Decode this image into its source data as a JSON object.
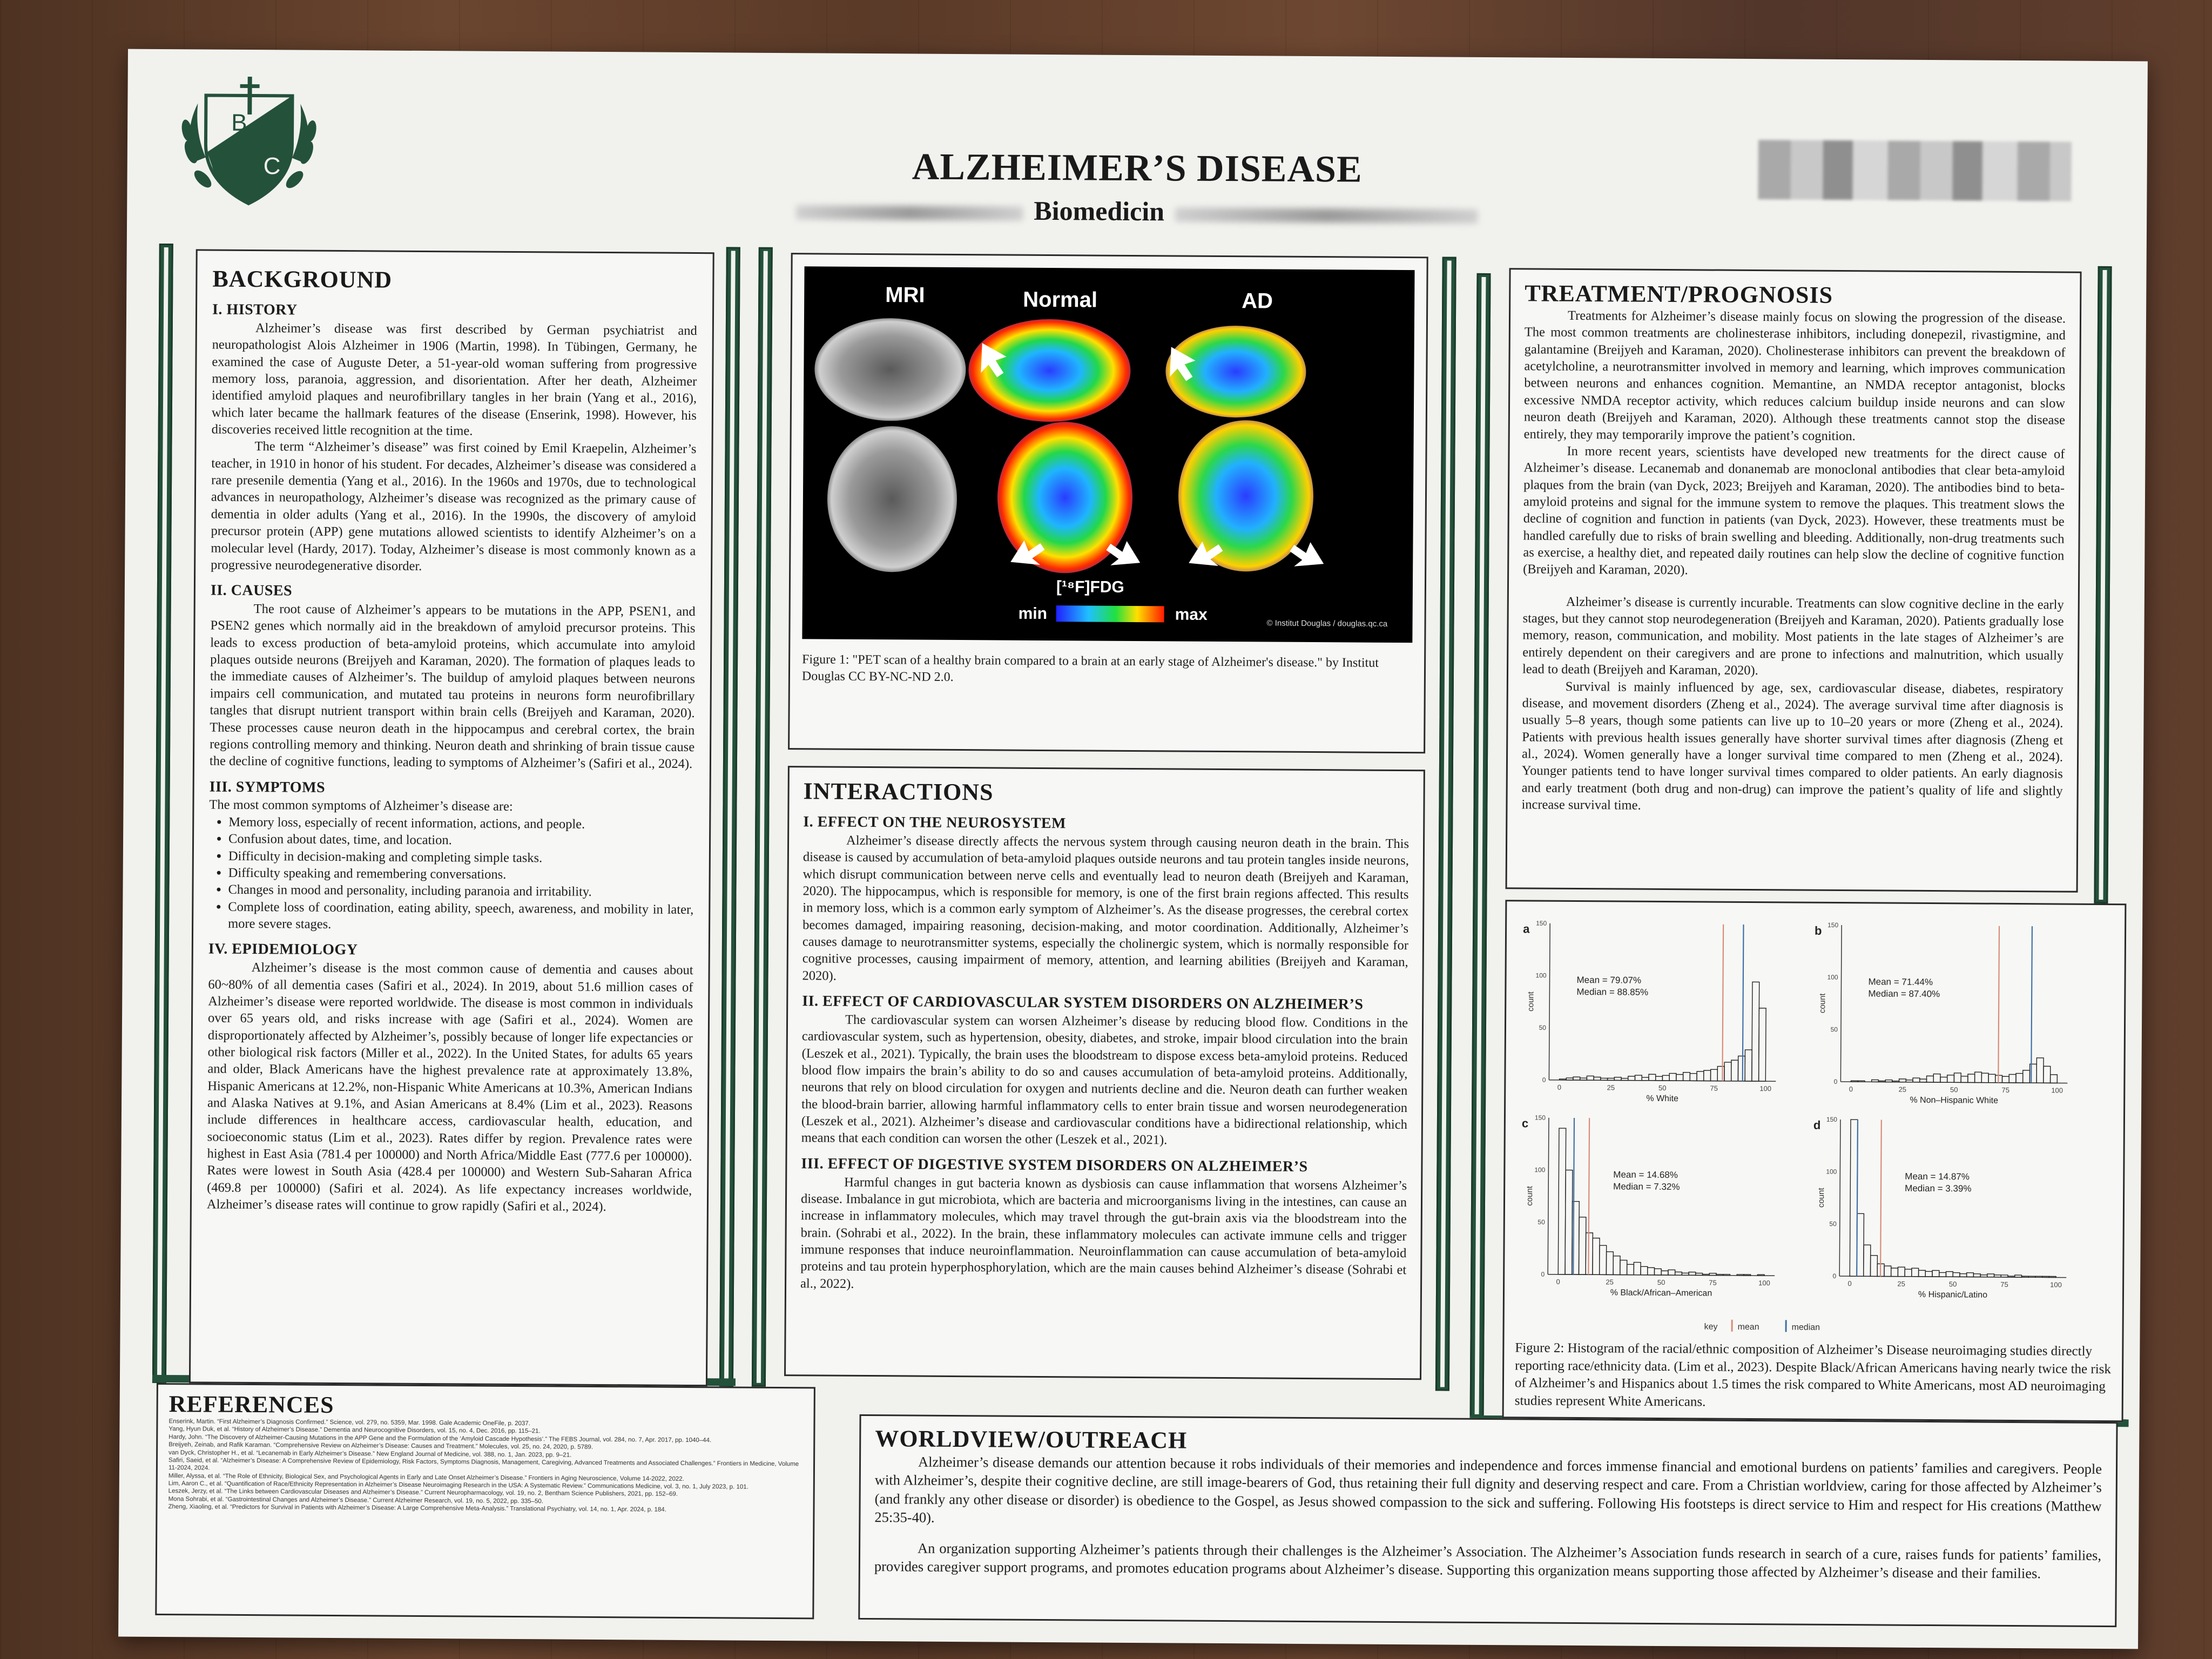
{
  "title": "ALZHEIMER’S DISEASE",
  "subtitle": "Biomedicin",
  "logo": {
    "letters": [
      "B",
      "C"
    ],
    "icon": "crest-cross-laurel"
  },
  "background": {
    "heading": "BACKGROUND",
    "history_heading": "I.   HISTORY",
    "history_p1": "Alzheimer’s disease was first described by German psychiatrist and neuropathologist Alois Alzheimer in 1906 (Martin, 1998). In Tübingen, Germany, he examined the case of Auguste Deter, a 51-year-old woman suffering from progressive memory loss, paranoia, aggression, and disorientation. After her death, Alzheimer identified amyloid plaques and neurofibrillary tangles in her brain (Yang et al., 2016), which later became the hallmark features of the disease (Enserink, 1998). However, his discoveries received little recognition at the time.",
    "history_p2": "The term “Alzheimer’s disease” was first coined by Emil Kraepelin, Alzheimer’s teacher, in 1910 in honor of his student. For decades, Alzheimer’s disease was considered a rare presenile dementia (Yang et al., 2016). In the 1960s and 1970s, due to technological advances in neuropathology, Alzheimer’s disease was recognized as the primary cause of dementia in older adults (Yang et al., 2016). In the 1990s, the discovery of amyloid precursor protein (APP) gene mutations allowed scientists to identify Alzheimer’s on a molecular level (Hardy, 2017). Today, Alzheimer’s disease is most commonly known as a progressive neurodegenerative disorder.",
    "causes_heading": "II.  CAUSES",
    "causes_p1": "The root cause of Alzheimer’s appears to be mutations in the APP, PSEN1, and PSEN2 genes which normally aid in the breakdown of amyloid precursor proteins. This leads to excess production of beta-amyloid proteins, which accumulate into amyloid plaques outside neurons (Breijyeh and Karaman, 2020). The formation of plaques leads to the immediate causes of Alzheimer’s. The buildup of amyloid plaques between neurons impairs cell communication, and mutated tau proteins in neurons form neurofibrillary tangles that disrupt nutrient transport within brain cells (Breijyeh and Karaman, 2020). These processes cause neuron death in the hippocampus and cerebral cortex, the brain regions controlling memory and thinking. Neuron death and shrinking of brain tissue cause the decline of cognitive functions, leading to symptoms of Alzheimer’s (Safiri et al., 2024).",
    "symptoms_heading": "III. SYMPTOMS",
    "symptoms_intro": "The most common symptoms of Alzheimer’s disease are:",
    "symptoms": [
      "Memory loss, especially of recent information, actions, and people.",
      "Confusion about dates, time, and location.",
      "Difficulty in decision-making and completing simple tasks.",
      "Difficulty speaking and remembering conversations.",
      "Changes in mood and personality, including paranoia and irritability.",
      "Complete loss of coordination, eating ability, speech, awareness, and mobility in later, more severe stages."
    ],
    "epi_heading": "IV. EPIDEMIOLOGY",
    "epi_p1": "Alzheimer’s disease is the most common cause of dementia and causes about 60~80% of all dementia cases (Safiri et al., 2024). In 2019, about 51.6 million cases of Alzheimer’s disease were reported worldwide. The disease is most common in individuals over 65 years old, and risks increase with age (Safiri et al., 2024). Women are disproportionately affected by Alzheimer’s, possibly because of longer life expectancies or other biological risk factors (Miller et al., 2022). In the United States, for adults 65 years and older, Black Americans have the highest prevalence rate at approximately 13.8%, Hispanic Americans at 12.2%, non-Hispanic White Americans at 10.3%, American Indians and Alaska Natives at 9.1%, and Asian Americans at 8.4% (Lim et al., 2023). Reasons include differences in healthcare access, cardiovascular health, education, and socioeconomic status (Lim et al., 2023). Rates differ by region. Prevalence rates were highest in East Asia (781.4 per 100000) and North Africa/Middle East (777.6 per 100000). Rates were lowest in South Asia (428.4 per 100000) and Western Sub-Saharan Africa (469.8 per 100000) (Safiri et al. 2024). As life expectancy increases worldwide, Alzheimer’s disease rates will continue to grow rapidly (Safiri et al., 2024)."
  },
  "references": {
    "heading": "REFERENCES",
    "items": [
      "Enserink, Martin. “First Alzheimer’s Diagnosis Confirmed.” Science, vol. 279, no. 5359, Mar. 1998. Gale Academic OneFile, p. 2037.",
      "Yang, Hyun Duk, et al. “History of Alzheimer’s Disease.” Dementia and Neurocognitive Disorders, vol. 15, no. 4, Dec. 2016, pp. 115–21.",
      "Hardy, John. “The Discovery of Alzheimer-Causing Mutations in the APP Gene and the Formulation of the ‘Amyloid Cascade Hypothesis’.” The FEBS Journal, vol. 284, no. 7, Apr. 2017, pp. 1040–44.",
      "Breijyeh, Zeinab, and Rafik Karaman. “Comprehensive Review on Alzheimer’s Disease: Causes and Treatment.” Molecules, vol. 25, no. 24, 2020, p. 5789.",
      "van Dyck, Christopher H., et al. “Lecanemab in Early Alzheimer’s Disease.” New England Journal of Medicine, vol. 388, no. 1, Jan. 2023, pp. 9–21.",
      "Safiri, Saeid, et al. “Alzheimer’s Disease: A Comprehensive Review of Epidemiology, Risk Factors, Symptoms Diagnosis, Management, Caregiving, Advanced Treatments and Associated Challenges.” Frontiers in Medicine, Volume 11-2024, 2024.",
      "Miller, Alyssa, et al. “The Role of Ethnicity, Biological Sex, and Psychological Agents in Early and Late Onset Alzheimer’s Disease.” Frontiers in Aging Neuroscience, Volume 14-2022, 2022.",
      "Lim, Aaron C., et al. “Quantification of Race/Ethnicity Representation in Alzheimer’s Disease Neuroimaging Research in the USA: A Systematic Review.” Communications Medicine, vol. 3, no. 1, July 2023, p. 101.",
      "Leszek, Jerzy, et al. “The Links between Cardiovascular Diseases and Alzheimer’s Disease.” Current Neuropharmacology, vol. 19, no. 2, Bentham Science Publishers, 2021, pp. 152–69.",
      "Mona Sohrabi, et al. “Gastrointestinal Changes and Alzheimer’s Disease.” Current Alzheimer Research, vol. 19, no. 5, 2022, pp. 335–50.",
      "Zheng, Xiaoling, et al. “Predictors for Survival in Patients with Alzheimer’s Disease: A Large Comprehensive Meta-Analysis.” Translational Psychiatry, vol. 14, no. 1, Apr. 2024, p. 184."
    ]
  },
  "figure1": {
    "labels": {
      "mri": "MRI",
      "normal": "Normal",
      "ad": "AD",
      "tracer": "[¹⁸F]FDG",
      "min": "min",
      "max": "max",
      "credit": "© Institut Douglas / douglas.qc.ca"
    },
    "caption": "Figure 1: \"PET scan of a healthy brain compared to a brain at an early stage of Alzheimer's disease.\" by Institut Douglas CC BY-NC-ND 2.0."
  },
  "interactions": {
    "heading": "INTERACTIONS",
    "s1_heading": "I.      EFFECT ON THE NEUROSYSTEM",
    "s1_p": "Alzheimer’s disease directly affects the nervous system through causing neuron death in the brain. This disease is caused by accumulation of beta-amyloid plaques outside neurons and tau protein tangles inside neurons, which disrupt communication between nerve cells and eventually lead to neuron death (Breijyeh and Karaman, 2020). The hippocampus, which is responsible for memory, is one of the first brain regions affected. This results in memory loss, which is a common early symptom of Alzheimer’s. As the disease progresses, the cerebral cortex becomes damaged, impairing reasoning, decision-making, and motor coordination. Additionally, Alzheimer’s causes damage to neurotransmitter systems, especially the cholinergic system, which is normally responsible for cognitive processes, causing impairment of memory, attention, and learning abilities (Breijyeh and Karaman, 2020).",
    "s2_heading": "II.     EFFECT OF CARDIOVASCULAR SYSTEM DISORDERS ON ALZHEIMER’S",
    "s2_p": "The cardiovascular system can worsen Alzheimer’s disease by reducing blood flow. Conditions in the cardiovascular system, such as hypertension, obesity, diabetes, and stroke, impair blood circulation into the brain (Leszek et al., 2021). Typically, the brain uses the bloodstream to dispose excess beta-amyloid proteins. Reduced blood flow impairs the brain’s ability to do so and causes accumulation of beta-amyloid proteins. Additionally, neurons that rely on blood circulation for oxygen and nutrients decline and die. Neuron death can further weaken the blood-brain barrier, allowing harmful inflammatory cells to enter brain tissue and worsen neurodegeneration (Leszek et al., 2021). Alzheimer’s disease and cardiovascular conditions have a bidirectional relationship, which means that each condition can worsen the other (Leszek et al., 2021).",
    "s3_heading": "III.    EFFECT OF DIGESTIVE SYSTEM DISORDERS ON ALZHEIMER’S",
    "s3_p": "Harmful changes in gut bacteria known as dysbiosis can cause inflammation that worsens Alzheimer’s disease. Imbalance in gut microbiota, which are bacteria and microorganisms living in the intestines, can cause an increase in inflammatory molecules, which may travel through the gut-brain axis via the bloodstream into the brain. (Sohrabi et al., 2022). In the brain, these inflammatory molecules can activate immune cells and trigger immune responses that induce neuroinflammation. Neuroinflammation can cause accumulation of beta-amyloid proteins and tau protein hyperphosphorylation, which are the main causes behind Alzheimer’s disease (Sohrabi et al., 2022)."
  },
  "treatment": {
    "heading": "TREATMENT/PROGNOSIS",
    "p1": "Treatments for Alzheimer’s disease mainly focus on slowing the progression of the disease. The most common treatments are cholinesterase inhibitors, including donepezil, rivastigmine, and galantamine (Breijyeh and Karaman, 2020). Cholinesterase inhibitors can prevent the breakdown of acetylcholine, a neurotransmitter involved in memory and learning, which improves communication between neurons and enhances cognition. Memantine, an NMDA receptor antagonist, blocks excessive NMDA receptor activity, which reduces calcium buildup inside neurons and can slow neuron death (Breijyeh and Karaman, 2020). Although these treatments cannot stop the disease entirely, they may temporarily improve the patient’s cognition.",
    "p2": "In more recent years, scientists have developed new treatments for the direct cause of Alzheimer’s disease. Lecanemab and donanemab are monoclonal antibodies that clear beta-amyloid plaques from the brain (van Dyck, 2023; Breijyeh and Karaman, 2020). The antibodies bind to beta-amyloid proteins and signal for the immune system to remove the plaques. This treatment slows the decline of cognition and function in patients (van Dyck, 2023). However, these treatments must be handled carefully due to risks of brain swelling and bleeding. Additionally, non-drug treatments such as exercise, a healthy diet, and repeated daily routines can help slow the decline of cognitive function (Breijyeh and Karaman, 2020).",
    "p3": "Alzheimer’s disease is currently incurable. Treatments can slow cognitive decline in the early stages, but they cannot stop neurodegeneration (Breijyeh and Karaman, 2020). Patients gradually lose memory, reason, communication, and mobility. Most patients in the late stages of Alzheimer’s are entirely dependent on their caregivers and are prone to infections and malnutrition, which usually lead to death (Breijyeh and Karaman, 2020).",
    "p4": "Survival is mainly influenced by age, sex, cardiovascular disease, diabetes, respiratory disease, and movement disorders (Zheng et al., 2024). The average survival time after diagnosis is usually 5–8 years, though some patients can live up to 10–20 years or more (Zheng et al., 2024). Patients with previous health issues generally have shorter survival times after diagnosis (Zheng et al., 2024). Women generally have a longer survival time compared to men (Zheng et al., 2024). Younger patients tend to have longer survival times compared to older patients. An early diagnosis and early treatment (both drug and non-drug) can improve the patient’s quality of life and slightly increase survival time."
  },
  "figure2": {
    "caption": "Figure 2: Histogram of the racial/ethnic composition of Alzheimer’s Disease neuroimaging studies directly reporting race/ethnicity data. (Lim et al., 2023). Despite Black/African Americans having nearly twice the risk of Alzheimer’s and Hispanics about 1.5 times the risk compared to White Americans, most AD neuroimaging studies represent White Americans.",
    "key_label": "key",
    "key_mean": "mean",
    "key_median": "median",
    "colors": {
      "mean": "#d98a7a",
      "median": "#3f6fa8"
    },
    "y_label": "count",
    "panels": [
      {
        "letter": "a",
        "xlabel": "% White",
        "mean_label": "Mean = 79.07%",
        "median_label": "Median = 88.85%",
        "mean": 79.07,
        "median": 88.85,
        "ymax": 150,
        "counts": [
          1,
          2,
          3,
          2,
          4,
          3,
          2,
          2,
          3,
          2,
          4,
          5,
          3,
          6,
          4,
          5,
          7,
          6,
          8,
          7,
          9,
          10,
          11,
          14,
          18,
          20,
          24,
          30,
          95,
          70
        ]
      },
      {
        "letter": "b",
        "xlabel": "% Non–Hispanic White",
        "mean_label": "Mean = 71.44%",
        "median_label": "Median = 87.40%",
        "mean": 71.44,
        "median": 87.4,
        "ymax": 150,
        "counts": [
          1,
          1,
          0,
          2,
          1,
          2,
          1,
          3,
          2,
          4,
          3,
          6,
          8,
          5,
          7,
          9,
          6,
          8,
          10,
          9,
          8,
          7,
          6,
          8,
          9,
          12,
          18,
          24,
          16,
          8
        ]
      },
      {
        "letter": "c",
        "xlabel": "% Black/African–American",
        "mean_label": "Mean = 14.68%",
        "median_label": "Median = 7.32%",
        "mean": 14.68,
        "median": 7.32,
        "ymax": 150,
        "counts": [
          140,
          100,
          70,
          55,
          40,
          35,
          28,
          22,
          18,
          14,
          10,
          12,
          8,
          7,
          6,
          4,
          5,
          3,
          2,
          3,
          2,
          1,
          2,
          1,
          1,
          0,
          1,
          1,
          0,
          1
        ]
      },
      {
        "letter": "d",
        "xlabel": "% Hispanic/Latino",
        "mean_label": "Mean = 14.87%",
        "median_label": "Median = 3.39%",
        "mean": 14.87,
        "median": 3.39,
        "ymax": 150,
        "counts": [
          150,
          60,
          30,
          20,
          12,
          10,
          8,
          9,
          7,
          8,
          6,
          5,
          6,
          4,
          5,
          4,
          3,
          4,
          3,
          2,
          3,
          2,
          2,
          1,
          2,
          1,
          1,
          1,
          1,
          1
        ]
      }
    ],
    "x_ticks": [
      "0",
      "25",
      "50",
      "75",
      "100"
    ],
    "y_ticks": [
      "0",
      "50",
      "100",
      "150"
    ]
  },
  "worldview": {
    "heading": "WORLDVIEW/OUTREACH",
    "p1": "Alzheimer’s disease demands our attention because it robs individuals of their memories and independence and forces immense financial and emotional burdens on patients’ families and caregivers. People with Alzheimer’s, despite their cognitive decline, are still image-bearers of God, thus retaining their full dignity and deserving respect and care. From a Christian worldview, caring for those affected by Alzheimer’s (and frankly any other disease or disorder) is obedience to the Gospel, as Jesus showed compassion to the sick and suffering. Following His footsteps is direct service to Him and respect for His creations (Matthew 25:35-40).",
    "p2": "An organization supporting Alzheimer’s patients through their challenges is the Alzheimer’s Association. The Alzheimer’s Association funds research in search of a cure, raises funds for patients’ families, provides caregiver support programs, and promotes education programs about Alzheimer’s disease. Supporting this organization means supporting those affected by Alzheimer’s disease and their families."
  }
}
